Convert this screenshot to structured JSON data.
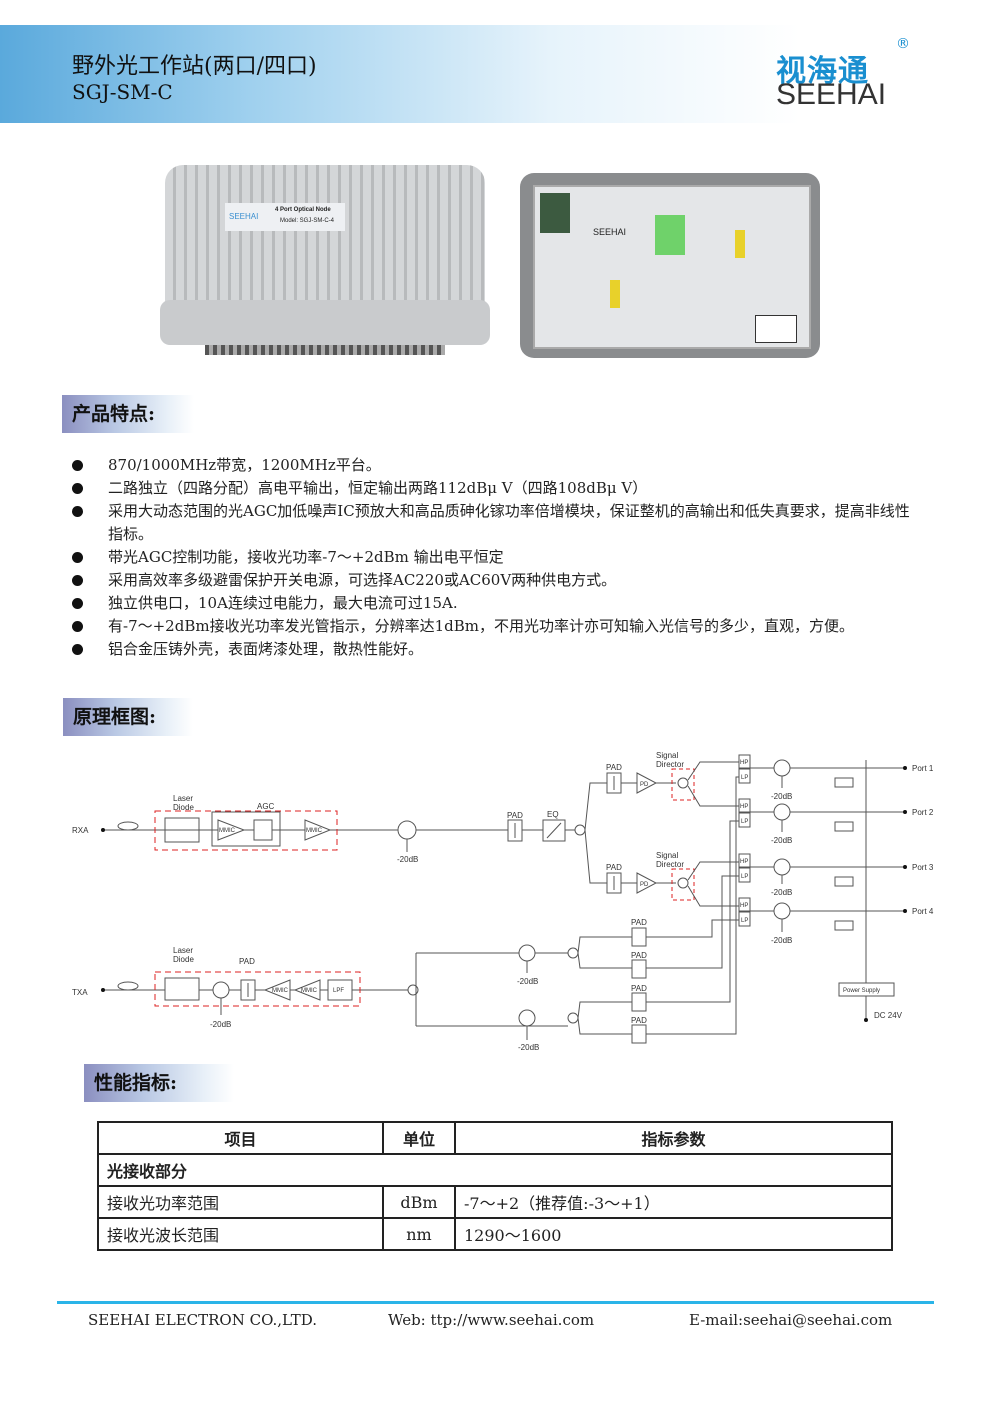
{
  "header": {
    "title": "野外光工作站(两口/四口)",
    "model": "SGJ-SM-C",
    "logo_cn": "视海通",
    "logo_en": "SEEHAI",
    "logo_reg": "®"
  },
  "photos": {
    "left_label_brand": "SEEHAI",
    "left_label_name": "4 Port Optical Node",
    "left_label_model": "Model: SGJ-SM-C-4",
    "right_brand": "SEEHAI"
  },
  "sections": {
    "features": "产品特点:",
    "diagram": "原理框图:",
    "specs": "性能指标:"
  },
  "features": [
    "870/1000MHz带宽，1200MHz平台。",
    "二路独立（四路分配）高电平输出，恒定输出两路112dBμ V（四路108dBμ V）",
    "采用大动态范围的光AGC加低噪声IC预放大和高品质砷化镓功率倍增模块，保证整机的高输出和低失真要求，提高非线性指标。",
    "带光AGC控制功能，接收光功率-7～+2dBm 输出电平恒定",
    "采用高效率多级避雷保护开关电源，可选择AC220或AC60V两种供电方式。",
    "独立供电口，10A连续过电能力，最大电流可过15A.",
    "有-7～+2dBm接收光功率发光管指示，分辨率达1dBm，不用光功率计亦可知输入光信号的多少，直观，方便。",
    "铝合金压铸外壳，表面烤漆处理，散热性能好。"
  ],
  "diagram": {
    "rxa": "RXA",
    "txa": "TXA",
    "laser_diode_1": "Laser",
    "laser_diode_2": "Diode",
    "agc": "AGC",
    "pad": "PAD",
    "eq": "EQ",
    "signal": "Signal",
    "director": "Director",
    "pd": "PD",
    "mmic": "MMIC",
    "lpf": "LPF",
    "hp": "HP",
    "lp": "LP",
    "minus20": "-20dB",
    "ports": [
      "Port 1",
      "Port 2",
      "Port 3",
      "Port 4"
    ],
    "power_supply": "Power Supply",
    "dc": "DC 24V"
  },
  "table": {
    "headers": [
      "项目",
      "单位",
      "指标参数"
    ],
    "group": "光接收部分",
    "rows": [
      {
        "item": "接收光功率范围",
        "unit": "dBm",
        "value": "-7～+2（推荐值:-3～+1）"
      },
      {
        "item": "接收光波长范围",
        "unit": "nm",
        "value": "1290～1600"
      }
    ]
  },
  "footer": {
    "company": "SEEHAI ELECTRON CO.,LTD.",
    "web": "Web: ttp://www.seehai.com",
    "email": "E-mail:seehai@seehai.com"
  }
}
